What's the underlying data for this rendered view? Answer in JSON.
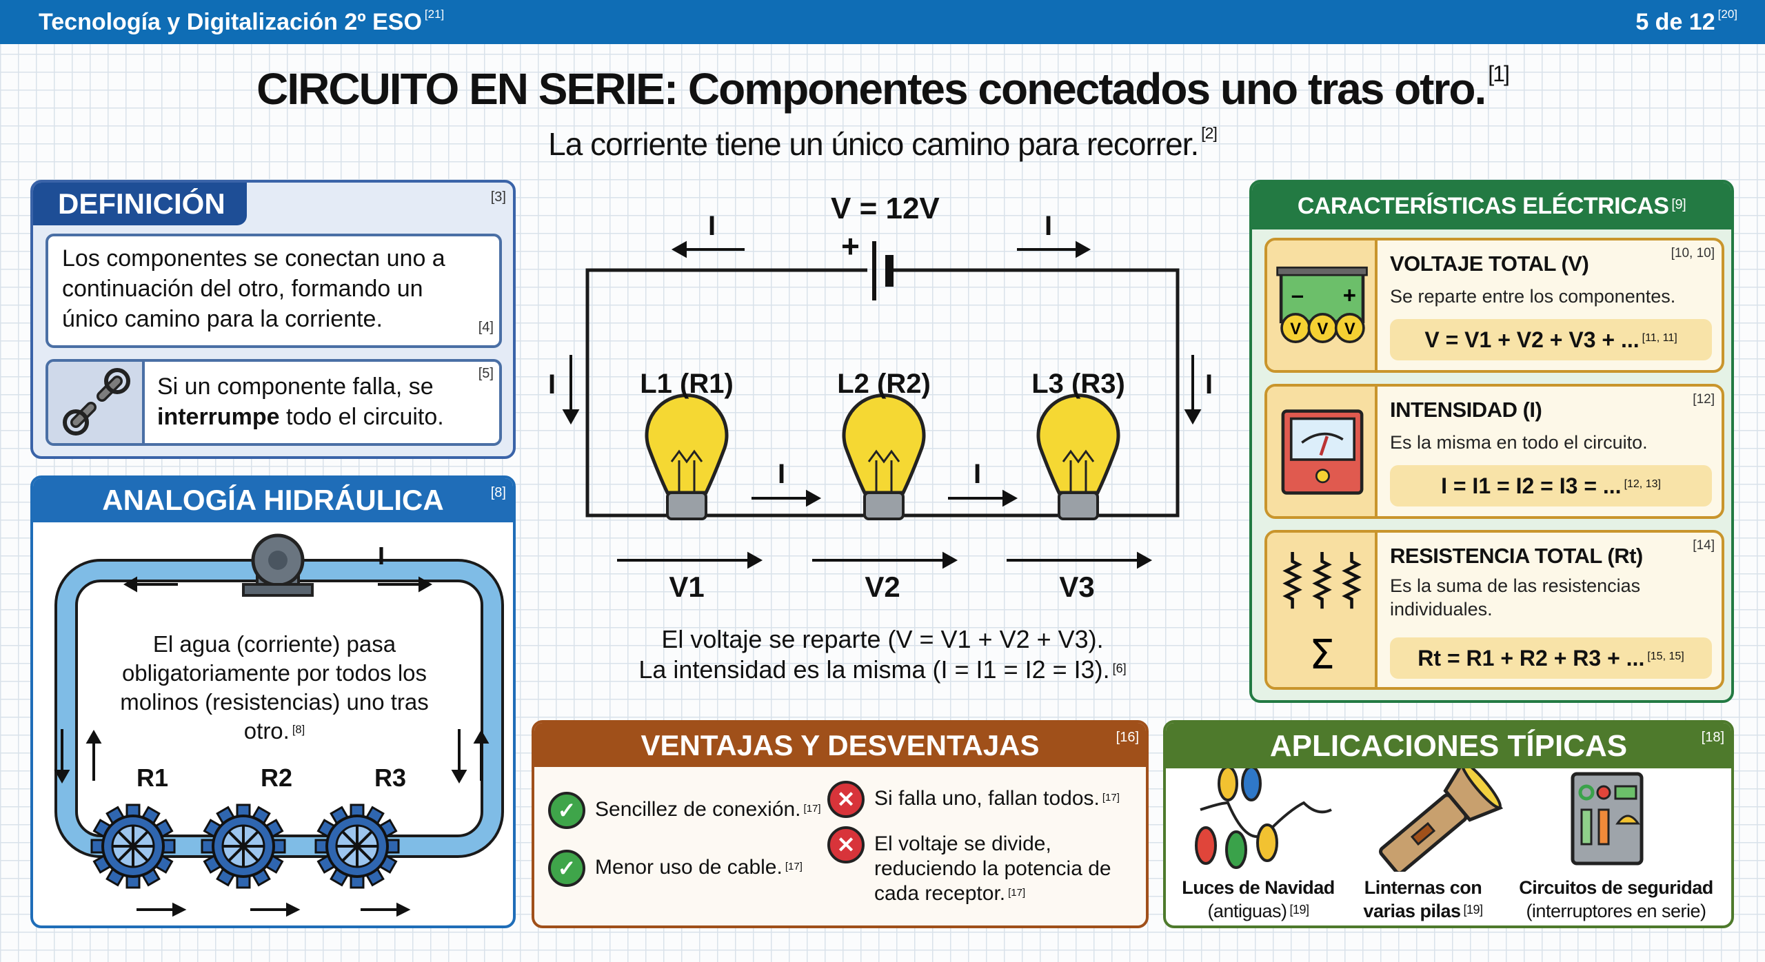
{
  "header": {
    "course": "Tecnología y Digitalización 2º ESO",
    "course_ref": "[21]",
    "page": "5 de 12",
    "page_ref": "[20]"
  },
  "title": {
    "text": "CIRCUITO EN SERIE: Componentes conectados uno tras otro.",
    "ref": "[1]"
  },
  "subtitle": {
    "text": "La corriente tiene un único camino para recorrer.",
    "ref": "[2]"
  },
  "definicion": {
    "heading": "DEFINICIÓN",
    "ref": "[3]",
    "text": "Los componentes se conectan uno a continuación del otro, formando un único camino para la corriente.",
    "text_ref": "[4]",
    "fail_pre": "Si un componente falla, se",
    "fail_bold": "interrumpe",
    "fail_post": "todo el circuito.",
    "fail_ref": "[5]",
    "icon": "broken-chain-icon"
  },
  "analogia": {
    "heading": "ANALOGÍA HIDRÁULICA",
    "ref": "[8]",
    "text": "El agua (corriente) pasa obligatoriamente por todos los molinos (resistencias) uno tras otro.",
    "text_ref": "[8]",
    "current": "I",
    "wheels": [
      "R1",
      "R2",
      "R3"
    ]
  },
  "circuit": {
    "source": "V = 12V",
    "plus": "+",
    "current": "I",
    "bulbs": [
      "L1 (R1)",
      "L2 (R2)",
      "L3 (R3)"
    ],
    "voltages": [
      "V1",
      "V2",
      "V3"
    ],
    "note1": "El voltaje se reparte (V = V1 + V2 + V3).",
    "note2": "La intensidad es la misma (I = I1 = I2 = I3).",
    "note_ref": "[6]",
    "colors": {
      "bulb": "#f5d833",
      "wire": "#1a1a1a"
    }
  },
  "caracteristicas": {
    "heading": "CARACTERÍSTICAS ELÉCTRICAS",
    "ref": "[9]",
    "items": [
      {
        "title": "VOLTAJE TOTAL (V)",
        "ref": "[10, 10]",
        "desc": "Se reparte entre los componentes.",
        "formula": "V = V1 + V2 + V3 + ...",
        "formula_ref": "[11, 11]",
        "icon": "battery-icon"
      },
      {
        "title": "INTENSIDAD (I)",
        "ref": "[12]",
        "desc": "Es la misma en todo el circuito.",
        "formula": "I = I1 = I2 = I3 = ...",
        "formula_ref": "[12, 13]",
        "icon": "ammeter-icon"
      },
      {
        "title": "RESISTENCIA TOTAL (Rt)",
        "ref": "[14]",
        "desc": "Es la suma de las resistencias individuales.",
        "formula": "Rt = R1 + R2 + R3 + ...",
        "formula_ref": "[15, 15]",
        "icon": "resistor-sum-icon"
      }
    ]
  },
  "ventajas": {
    "heading": "VENTAJAS Y DESVENTAJAS",
    "ref": "[16]",
    "pros": [
      {
        "text": "Sencillez de conexión.",
        "ref": "[17]"
      },
      {
        "text": "Menor uso de cable.",
        "ref": "[17]"
      }
    ],
    "cons": [
      {
        "text": "Si falla uno, fallan todos.",
        "ref": "[17]"
      },
      {
        "text": "El voltaje se divide, reduciendo la potencia de cada receptor.",
        "ref": "[17]"
      }
    ]
  },
  "aplicaciones": {
    "heading": "APLICACIONES TÍPICAS",
    "ref": "[18]",
    "items": [
      {
        "bold": "Luces de Navidad",
        "normal": "(antiguas)",
        "ref": "[19]",
        "icon": "christmas-lights-icon"
      },
      {
        "bold": "Linternas con varias pilas",
        "normal": "",
        "ref": "[19]",
        "icon": "flashlight-icon"
      },
      {
        "bold": "Circuitos de seguridad",
        "normal": "(interruptores en serie)",
        "ref": "",
        "icon": "control-panel-icon"
      }
    ]
  }
}
